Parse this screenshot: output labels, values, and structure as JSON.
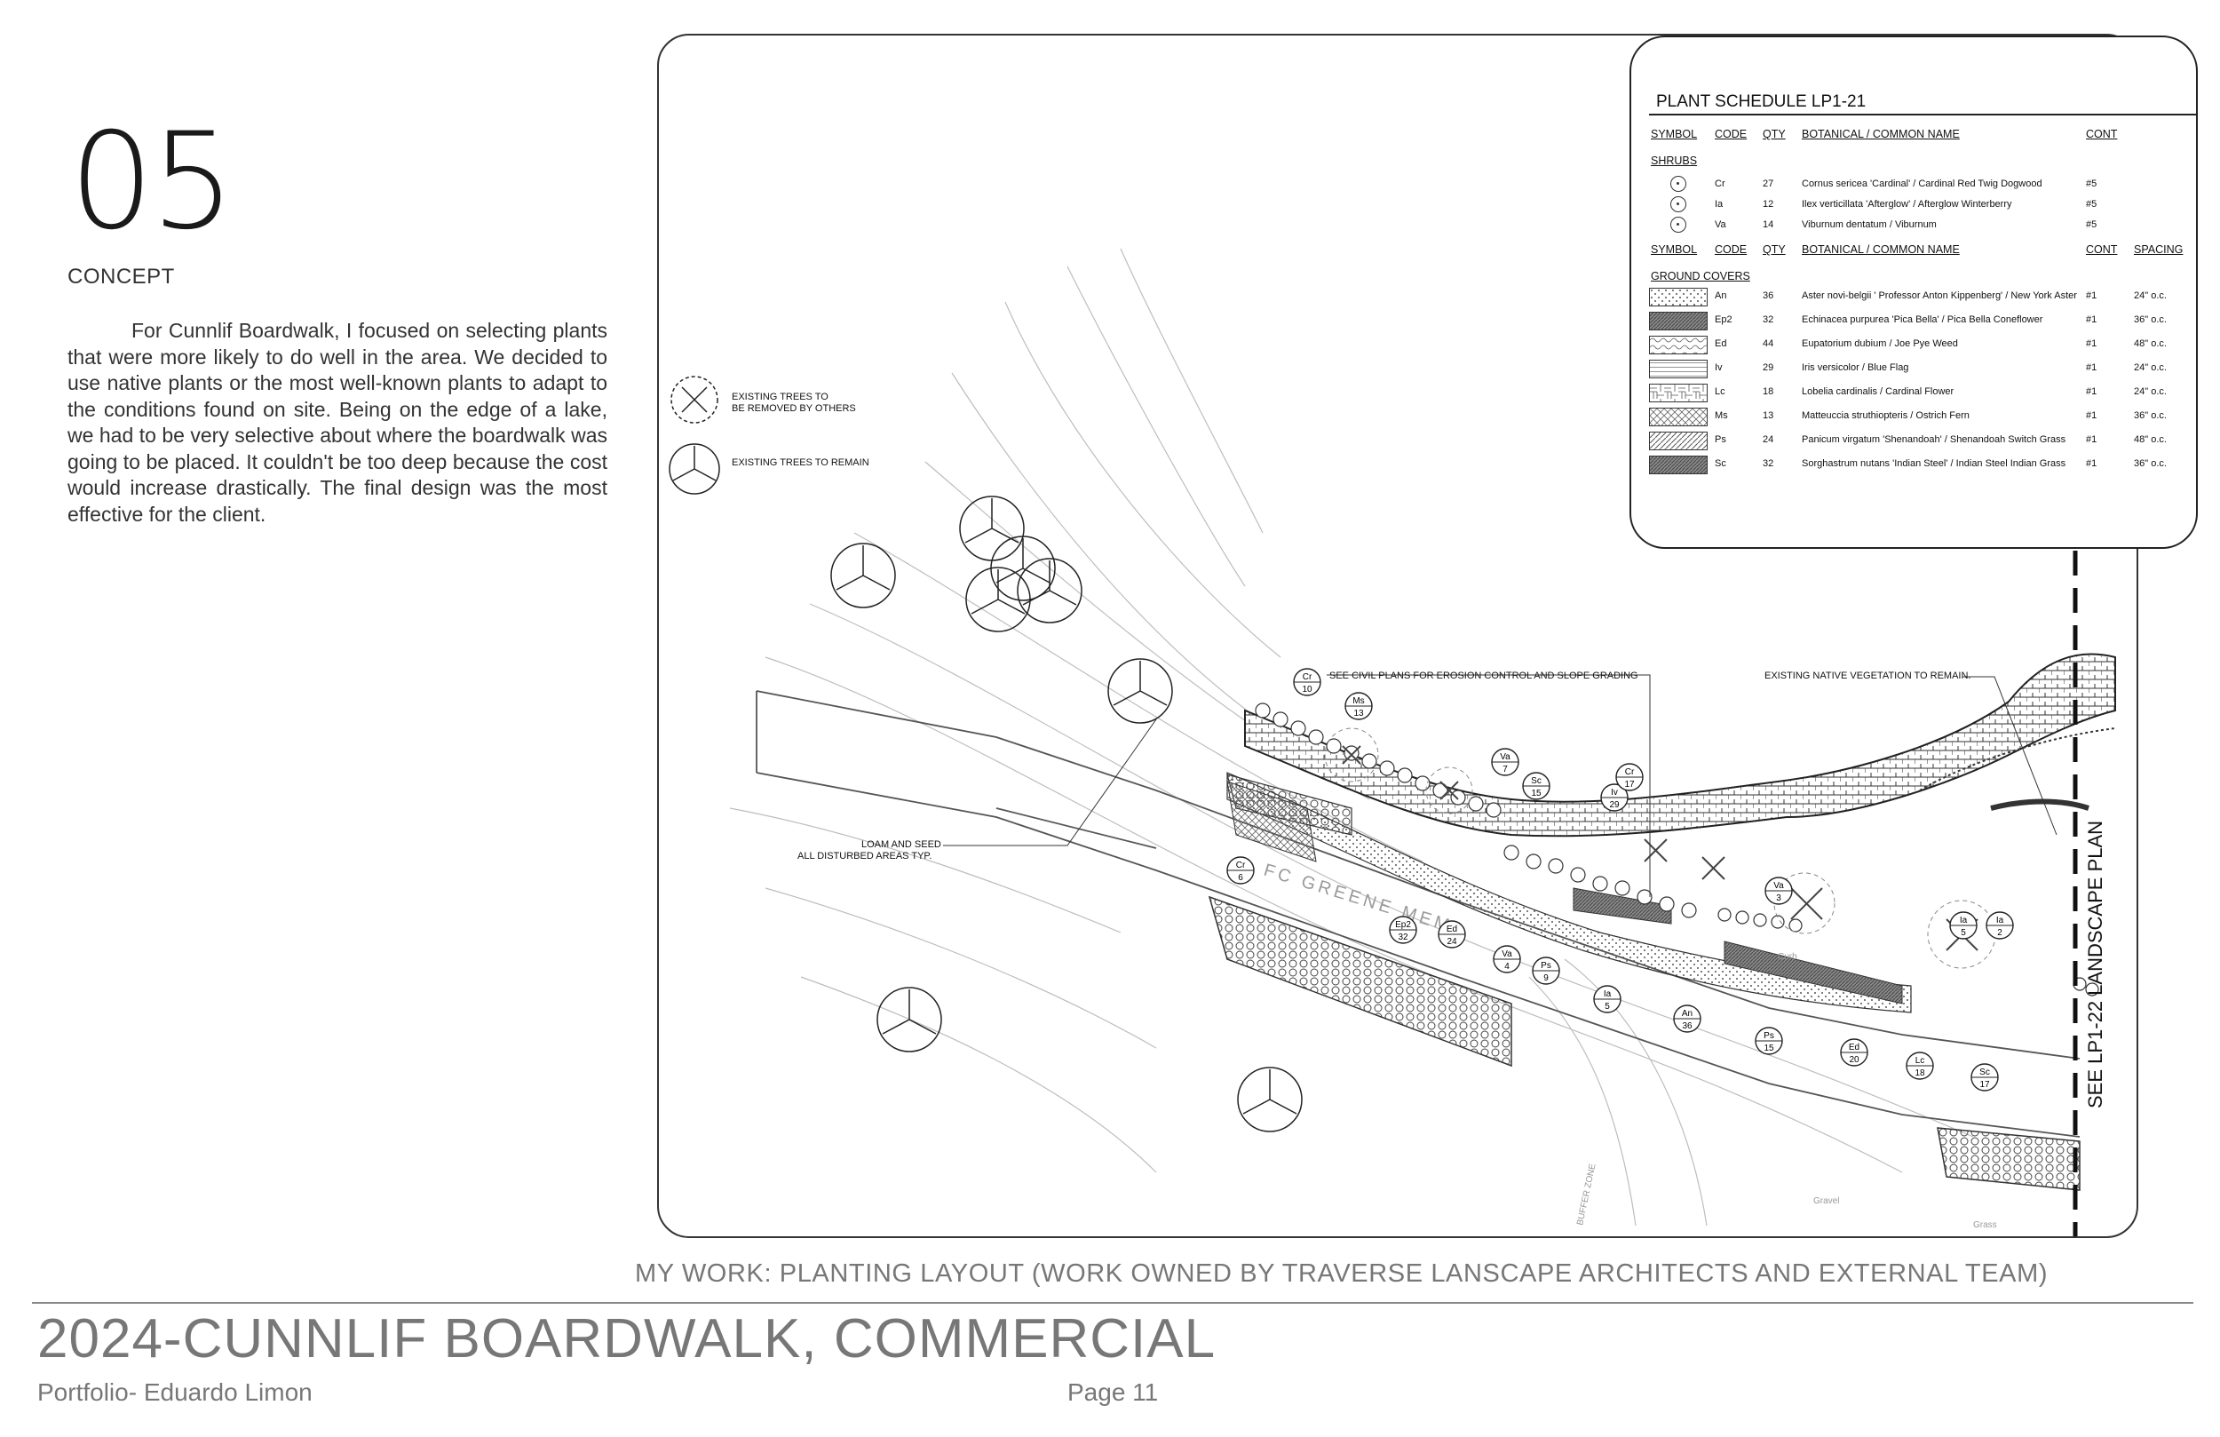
{
  "header": {
    "section_number": "05",
    "section_label": "CONCEPT"
  },
  "concept_text": "For Cunnlif Boardwalk,  I focused on selecting plants that were more likely to do well in the area. We decided to use native plants  or the most well-known plants to adapt to the conditions found on site. Being on the edge of a lake, we had to be very selective about where the boardwalk was going to be placed. It couldn't be too deep because the cost would increase drastically. The final design was the most effective for the client.",
  "plan": {
    "legend": {
      "remove_line1": "EXISTING TREES TO",
      "remove_line2": "BE REMOVED BY OTHERS",
      "remain": "EXISTING TREES TO REMAIN"
    },
    "callouts": {
      "civil": "SEE CIVIL PLANS FOR EROSION CONTROL AND SLOPE GRADING",
      "native": "EXISTING NATIVE VEGETATION TO REMAIN.",
      "loam_line1": "LOAM AND SEED",
      "loam_line2": "ALL DISTURBED AREAS TYP.",
      "see_plan": "SEE LP1-22 LANDSCAPE PLAN"
    },
    "tags": [
      {
        "code": "Cr",
        "qty": "10"
      },
      {
        "code": "Ms",
        "qty": "13"
      },
      {
        "code": "Va",
        "qty": "7"
      },
      {
        "code": "Sc",
        "qty": "15"
      },
      {
        "code": "Iv",
        "qty": "29"
      },
      {
        "code": "Cr",
        "qty": "17"
      },
      {
        "code": "Cr",
        "qty": "6"
      },
      {
        "code": "Ep2",
        "qty": "32"
      },
      {
        "code": "Ed",
        "qty": "24"
      },
      {
        "code": "Va",
        "qty": "4"
      },
      {
        "code": "Ps",
        "qty": "9"
      },
      {
        "code": "Ia",
        "qty": "5"
      },
      {
        "code": "Va",
        "qty": "3"
      },
      {
        "code": "Ia",
        "qty": "5"
      },
      {
        "code": "Ia",
        "qty": "2"
      },
      {
        "code": "An",
        "qty": "36"
      },
      {
        "code": "Ps",
        "qty": "15"
      },
      {
        "code": "Ed",
        "qty": "20"
      },
      {
        "code": "Lc",
        "qty": "18"
      },
      {
        "code": "Sc",
        "qty": "17"
      }
    ],
    "site_text": [
      "FC GREENE MEM",
      "BUFFER ZONE",
      "Gravel",
      "Grass",
      "Curb"
    ]
  },
  "schedule": {
    "title": "PLANT SCHEDULE LP1-21",
    "headers": {
      "symbol": "SYMBOL",
      "code": "CODE",
      "qty": "QTY",
      "name": "BOTANICAL / COMMON NAME",
      "cont": "CONT",
      "spacing": "SPACING"
    },
    "shrubs_label": "SHRUBS",
    "shrubs": [
      {
        "code": "Cr",
        "qty": "27",
        "name": "Cornus sericea 'Cardinal' / Cardinal Red Twig Dogwood",
        "cont": "#5"
      },
      {
        "code": "Ia",
        "qty": "12",
        "name": "Ilex verticillata 'Afterglow' / Afterglow Winterberry",
        "cont": "#5"
      },
      {
        "code": "Va",
        "qty": "14",
        "name": "Viburnum dentatum / Viburnum",
        "cont": "#5"
      }
    ],
    "groundcovers_label": "GROUND COVERS",
    "groundcovers": [
      {
        "code": "An",
        "qty": "36",
        "name": "Aster novi-belgii ' Professor Anton Kippenberg' / New York Aster",
        "cont": "#1",
        "spacing": "24\" o.c."
      },
      {
        "code": "Ep2",
        "qty": "32",
        "name": "Echinacea purpurea 'Pica Bella' / Pica Bella Coneflower",
        "cont": "#1",
        "spacing": "36\" o.c."
      },
      {
        "code": "Ed",
        "qty": "44",
        "name": "Eupatorium dubium / Joe Pye Weed",
        "cont": "#1",
        "spacing": "48\" o.c."
      },
      {
        "code": "Iv",
        "qty": "29",
        "name": "Iris versicolor / Blue Flag",
        "cont": "#1",
        "spacing": "24\" o.c."
      },
      {
        "code": "Lc",
        "qty": "18",
        "name": "Lobelia cardinalis / Cardinal Flower",
        "cont": "#1",
        "spacing": "24\" o.c."
      },
      {
        "code": "Ms",
        "qty": "13",
        "name": "Matteuccia struthiopteris / Ostrich Fern",
        "cont": "#1",
        "spacing": "36\" o.c."
      },
      {
        "code": "Ps",
        "qty": "24",
        "name": "Panicum virgatum 'Shenandoah' / Shenandoah Switch Grass",
        "cont": "#1",
        "spacing": "48\" o.c."
      },
      {
        "code": "Sc",
        "qty": "32",
        "name": "Sorghastrum nutans 'Indian Steel' / Indian Steel Indian Grass",
        "cont": "#1",
        "spacing": "36\" o.c."
      }
    ]
  },
  "caption": "MY WORK: PLANTING LAYOUT (WORK OWNED BY TRAVERSE LANSCAPE ARCHITECTS AND EXTERNAL TEAM)",
  "footer": {
    "project_title": "2024-CUNNLIF BOARDWALK, COMMERCIAL",
    "author": "Portfolio- Eduardo Limon",
    "page": "Page 11"
  }
}
